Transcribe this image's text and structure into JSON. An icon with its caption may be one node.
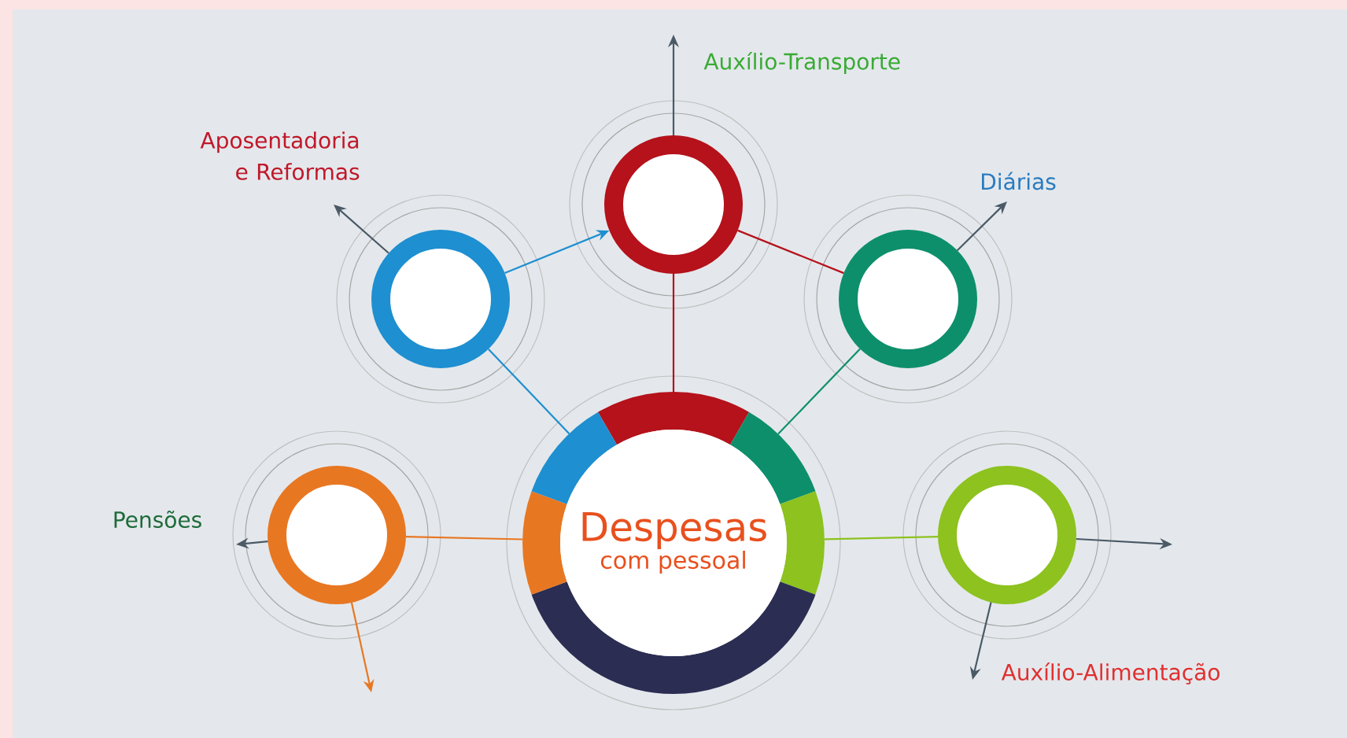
{
  "diagram": {
    "nodes": [
      {
        "text": [],
        "shape": "circle",
        "beside": [
          "Auxílio-Transporte"
        ]
      },
      {
        "text": [],
        "shape": "circle",
        "beside": [
          "Aposentadoria e Reformas"
        ]
      },
      {
        "text": [],
        "shape": "circle",
        "beside": [
          "Diárias"
        ]
      },
      {
        "text": [],
        "shape": "circle",
        "beside": [
          "Pensões"
        ]
      },
      {
        "text": [
          "Despesas",
          "com pessoal"
        ]
      },
      {
        "text": [],
        "shape": "circle",
        "beside": [
          "Auxílio-Alimentação"
        ]
      }
    ],
    "edges": [
      {
        "from": 4,
        "to": 1,
        "arrow": "none",
        "color": "#1e8fd0"
      },
      {
        "from": 4,
        "to": 0,
        "arrow": "none",
        "color": "#b5121b"
      },
      {
        "from": 4,
        "to": 2,
        "arrow": "none",
        "color": "#0e8f6c"
      },
      {
        "from": 4,
        "to": 3,
        "arrow": "none",
        "color": "#e87722"
      },
      {
        "from": 4,
        "to": 5,
        "arrow": "none",
        "color": "#8dc21f"
      },
      {
        "from": 1,
        "to": 0,
        "arrow": "to",
        "color": "#1e8fd0"
      },
      {
        "from": 0,
        "to": 2,
        "arrow": "none",
        "color": "#b5121b"
      },
      {
        "from": 0,
        "to": null,
        "arrow": "to"
      },
      {
        "from": 1,
        "to": null,
        "arrow": "to"
      },
      {
        "from": 2,
        "to": null,
        "arrow": "to"
      },
      {
        "from": 3,
        "to": null,
        "arrow": "to"
      },
      {
        "from": 3,
        "to": null,
        "arrow": "to",
        "color": "#e87722"
      },
      {
        "from": 5,
        "to": null,
        "arrow": "to"
      },
      {
        "from": 5,
        "to": null,
        "arrow": "to"
      }
    ]
  }
}
